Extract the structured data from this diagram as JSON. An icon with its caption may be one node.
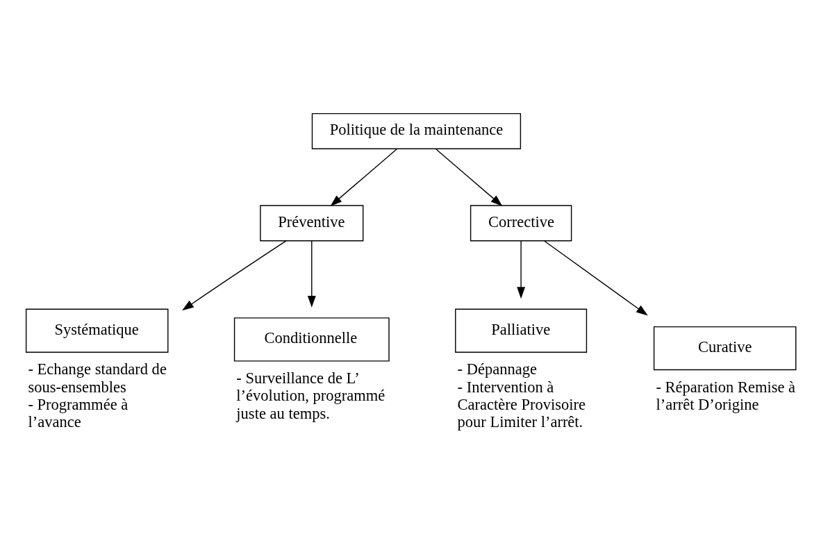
{
  "diagram": {
    "nodes": [
      {
        "text": [
          "Politique de la maintenance"
        ]
      },
      {
        "text": [
          "Préventive"
        ]
      },
      {
        "text": [
          "Corrective"
        ]
      },
      {
        "text": [
          "Systématique"
        ],
        "beside": [
          "- Echange standard de sous-ensembles",
          "- Programmée à l’avance"
        ]
      },
      {
        "text": [
          "Conditionnelle"
        ],
        "beside": [
          "- Surveillance de L’ l’évolution, programmé juste au temps."
        ]
      },
      {
        "text": [
          "Palliative"
        ],
        "beside": [
          "- Dépannage",
          "- Intervention à Caractère Provisoire pour Limiter l’arrêt."
        ]
      },
      {
        "text": [
          "Curative"
        ],
        "beside": [
          "- Réparation Remise à l’arrêt D’origine"
        ]
      }
    ],
    "edges": [
      {
        "from": 0,
        "to": 1,
        "arrow": "to"
      },
      {
        "from": 0,
        "to": 2,
        "arrow": "to"
      },
      {
        "from": 1,
        "to": 3,
        "arrow": "to"
      },
      {
        "from": 1,
        "to": 4,
        "arrow": "to"
      },
      {
        "from": 2,
        "to": 5,
        "arrow": "to"
      },
      {
        "from": 2,
        "to": 6,
        "arrow": "to"
      }
    ]
  }
}
